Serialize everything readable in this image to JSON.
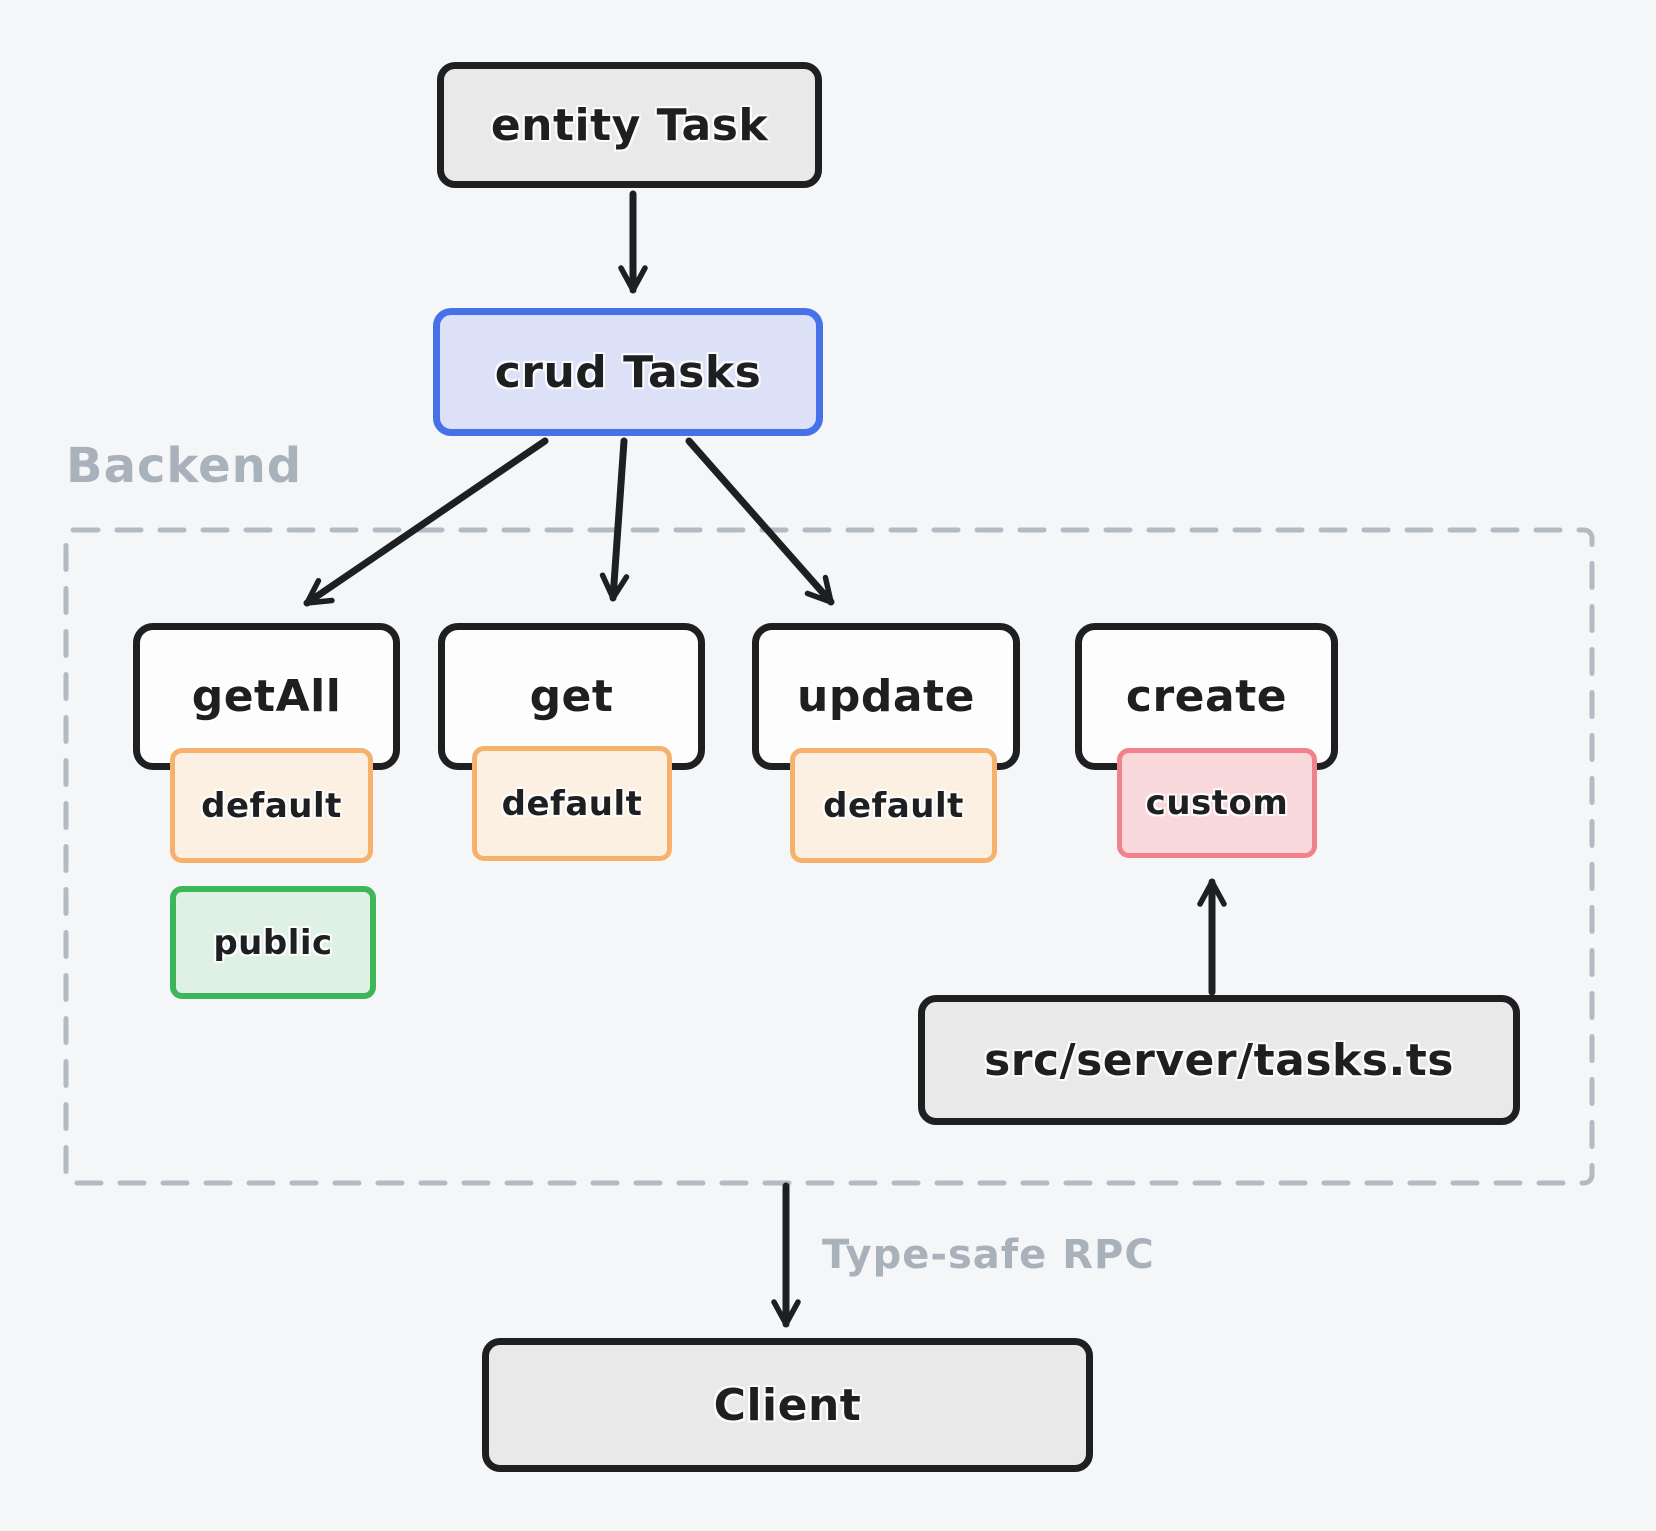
{
  "colors": {
    "bg": "#f5f6f8",
    "ink": "#1e1f21",
    "gray_fill": "#e9e9e9",
    "white_fill": "#fdfdfe",
    "blue_border": "#4671e8",
    "blue_fill": "#dce1f8",
    "orange_border": "#f6b26d",
    "orange_fill": "#fbf0e1",
    "pink_border": "#f0828b",
    "pink_fill": "#f8d8da",
    "green_border": "#3db65a",
    "green_fill": "#dff0e4",
    "muted": "#a9b1bb",
    "dashed": "#b3bac2"
  },
  "labels": {
    "backend": "Backend",
    "rpc": "Type-safe RPC"
  },
  "nodes": {
    "entity": {
      "label": "entity Task"
    },
    "crud": {
      "label": "crud Tasks"
    },
    "server_file": {
      "label": "src/server/tasks.ts"
    },
    "client": {
      "label": "Client"
    }
  },
  "operations": [
    {
      "label": "getAll",
      "badges": [
        {
          "label": "default",
          "type": "default"
        },
        {
          "label": "public",
          "type": "public"
        }
      ]
    },
    {
      "label": "get",
      "badges": [
        {
          "label": "default",
          "type": "default"
        }
      ]
    },
    {
      "label": "update",
      "badges": [
        {
          "label": "default",
          "type": "default"
        }
      ]
    },
    {
      "label": "create",
      "badges": [
        {
          "label": "custom",
          "type": "custom"
        }
      ]
    }
  ]
}
